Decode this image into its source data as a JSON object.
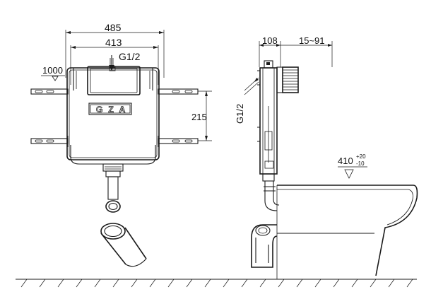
{
  "dimensions": {
    "overall_width": "485",
    "frame_width": "413",
    "inlet_thread_front": "G1/2",
    "floor_height": "1000",
    "bracket_spacing": "215",
    "depth": "108",
    "wall_adjust": "15~91",
    "inlet_thread_side": "G1/2",
    "pan_height": "410",
    "pan_tolerance_plus": "+20",
    "pan_tolerance_minus": "-10"
  },
  "brand": {
    "logo_text": "GZA"
  },
  "colors": {
    "line": "#1a1a1a",
    "background": "#ffffff"
  }
}
